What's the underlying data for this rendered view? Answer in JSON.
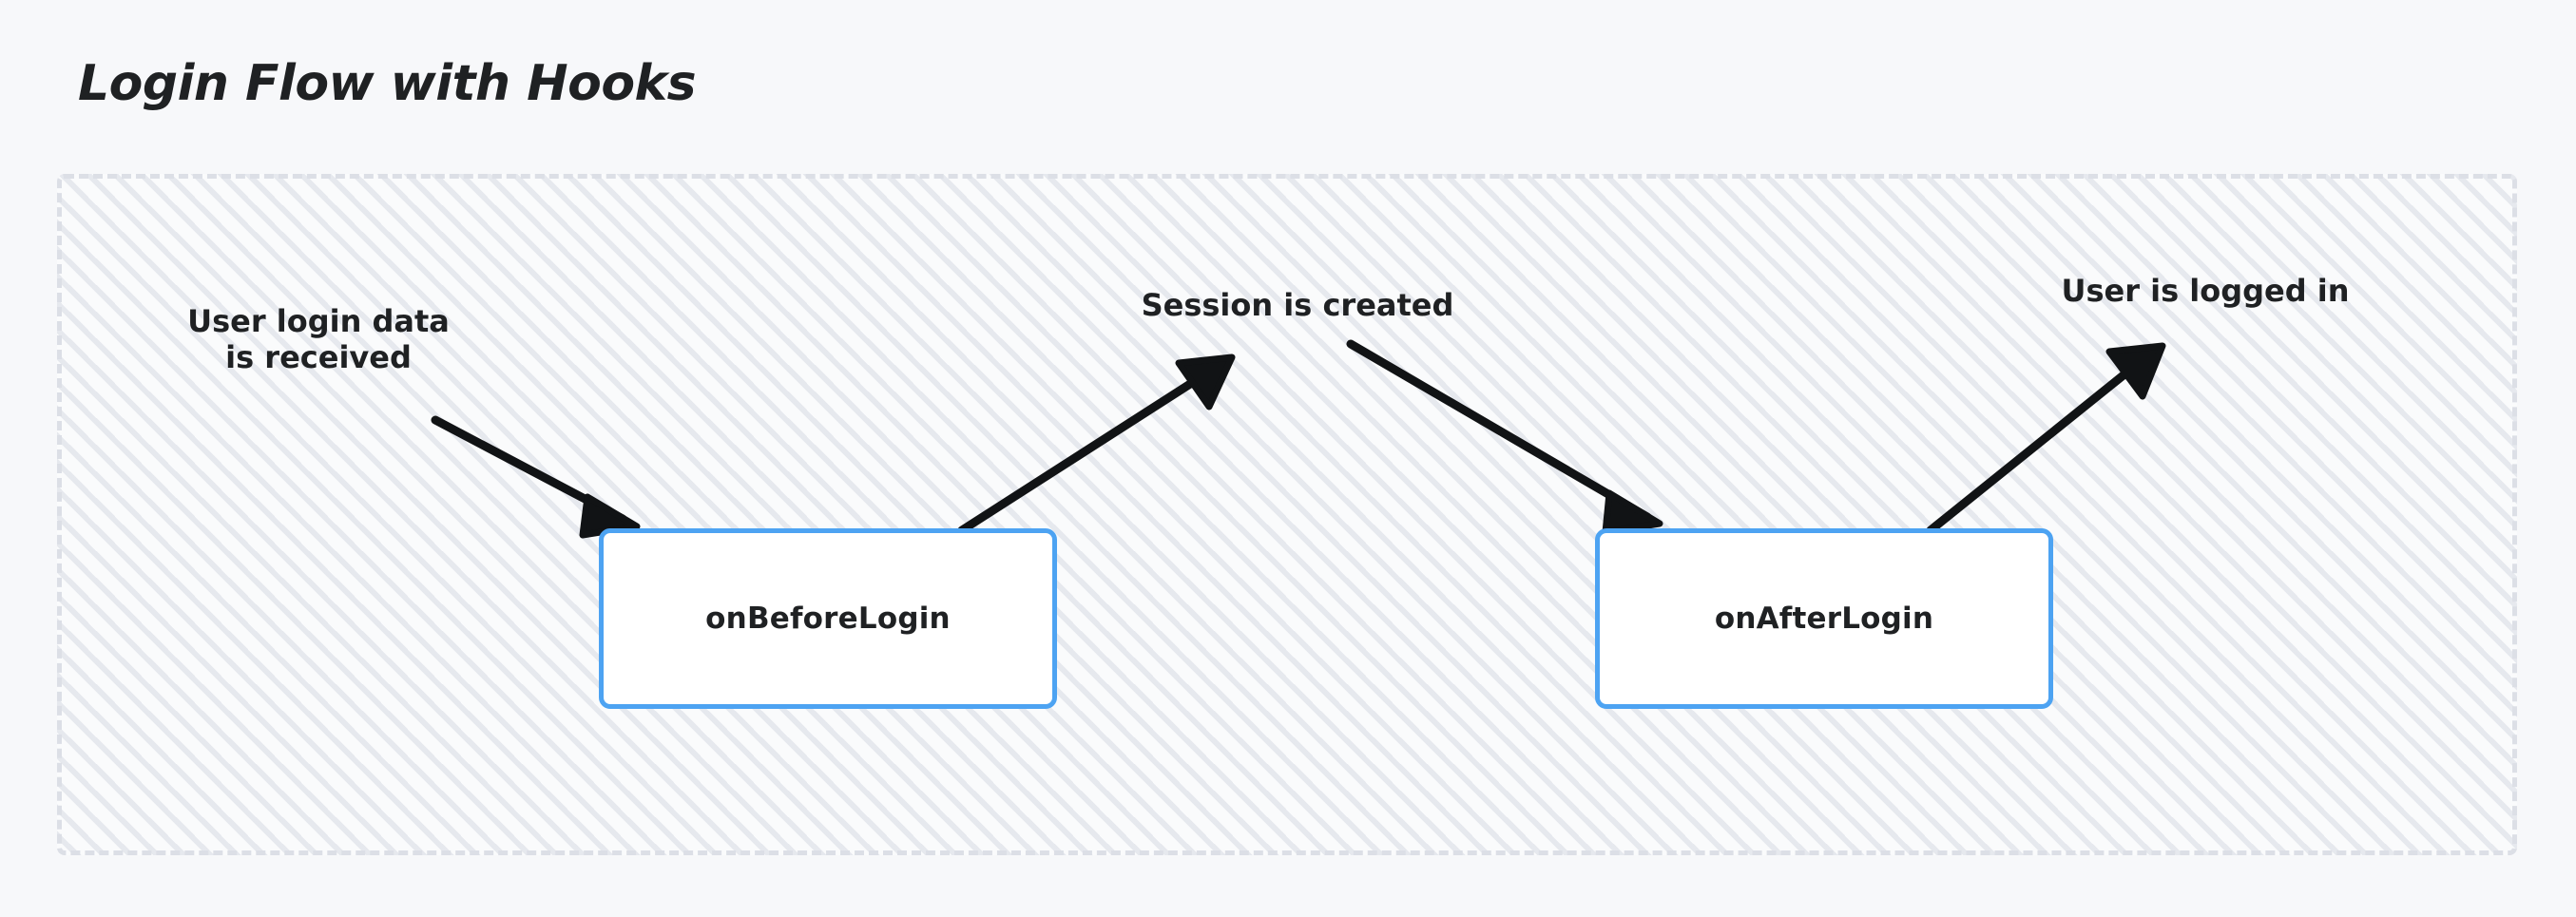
{
  "page": {
    "title": "Login Flow with Hooks",
    "background_color": "#f7f8fa"
  },
  "group": {
    "name": "hooks-group",
    "border_color": "#dcdfe6",
    "fill_color": "#fafbfc",
    "hatch_color": "#d6dae2",
    "border_style": "dashed"
  },
  "nodes": [
    {
      "id": "onBeforeLogin",
      "label": "onBeforeLogin",
      "border_color": "#4da3f2",
      "fill_color": "#ffffff"
    },
    {
      "id": "onAfterLogin",
      "label": "onAfterLogin",
      "border_color": "#4da3f2",
      "fill_color": "#ffffff"
    }
  ],
  "edges": [
    {
      "id": "edge-user-login-data",
      "label": "User login data\nis received",
      "from": "user-input",
      "to": "onBeforeLogin",
      "color": "#111315"
    },
    {
      "id": "edge-session-created",
      "label": "Session is created",
      "from": "onBeforeLogin",
      "to": "session",
      "color": "#111315"
    },
    {
      "id": "edge-to-after-login",
      "label": "",
      "from": "session",
      "to": "onAfterLogin",
      "color": "#111315"
    },
    {
      "id": "edge-user-logged-in",
      "label": "User is logged in",
      "from": "onAfterLogin",
      "to": "logged-in",
      "color": "#111315"
    }
  ],
  "chart_data": {
    "type": "diagram",
    "title": "Login Flow with Hooks",
    "nodes": [
      "onBeforeLogin",
      "onAfterLogin"
    ],
    "annotations": [
      "User login data is received",
      "Session is created",
      "User is logged in"
    ]
  }
}
